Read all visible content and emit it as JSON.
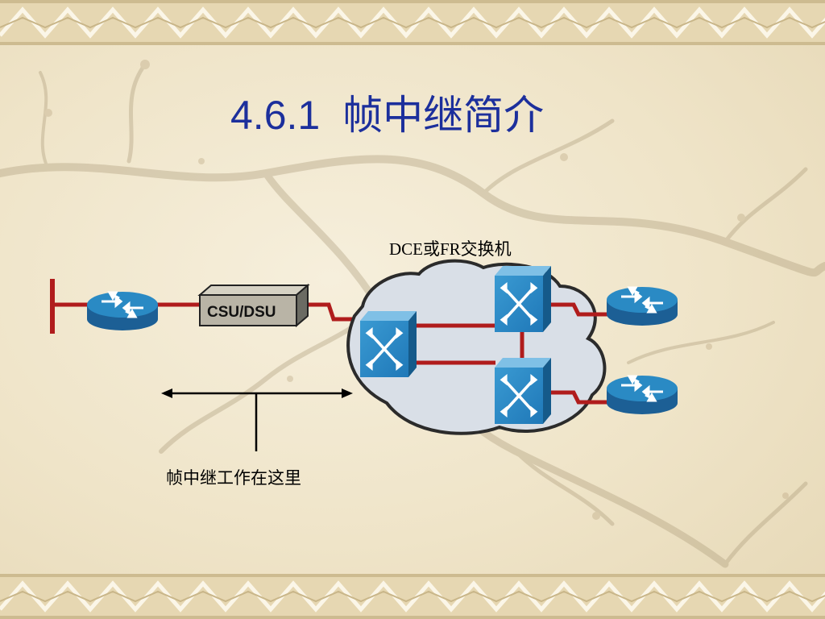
{
  "slide": {
    "title_number": "4.6.1",
    "title_text": "帧中继简介"
  },
  "diagram": {
    "dce_label": "DCE或FR交换机",
    "csu_dsu_label": "CSU/DSU",
    "annotation": "帧中继工作在这里"
  },
  "colors": {
    "title": "#1c2f9c",
    "device_blue": "#2a8ac4",
    "link_red": "#b01c1c",
    "cloud_fill": "#d9dfe7",
    "border_band": "#e3d4ad"
  },
  "icons": [
    "router-icon",
    "frame-relay-switch-icon",
    "csu-dsu-box",
    "cloud-icon",
    "branch-painting"
  ]
}
